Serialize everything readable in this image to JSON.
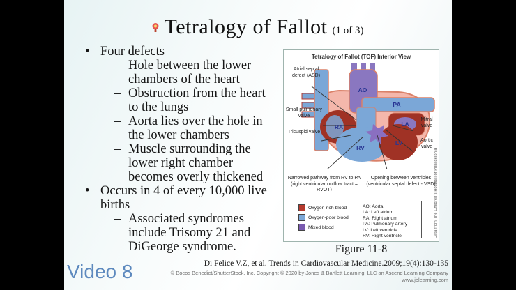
{
  "title": {
    "text": "Tetralogy of Fallot",
    "suffix": "(1 of 3)"
  },
  "markers": {
    "l1": "•",
    "l2": "–"
  },
  "bullets": [
    {
      "level": 1,
      "text": "Four defects"
    },
    {
      "level": 2,
      "text": "Hole between the lower chambers of the heart"
    },
    {
      "level": 2,
      "text": "Obstruction from the heart to the lungs"
    },
    {
      "level": 2,
      "text": "Aorta lies over the hole in the lower chambers"
    },
    {
      "level": 2,
      "text": "Muscle surrounding the lower right chamber becomes overly thickened"
    },
    {
      "level": 1,
      "text": "Occurs in 4 of every 10,000 live births"
    },
    {
      "level": 2,
      "text": "Associated syndromes include Trisomy 21 and DiGeorge syndrome."
    }
  ],
  "figure": {
    "title": "Tetralogy of Fallot (TOF) Interior View",
    "caption": "Figure 11-8",
    "labels": {
      "asd": "Atrial septal defect (ASD)",
      "small_pulmonary_valve": "Small pulmonary valve",
      "tricuspid_valve": "Tricuspid valve",
      "mitral_valve": "Mitral valve",
      "aortic_valve": "Aortic valve",
      "rvot_note": "Narrowed pathway from RV to PA (right ventricular outflow tract = RVOT)",
      "vsd_note": "Opening between ventricles (ventricular septal defect - VSD)"
    },
    "chambers": {
      "ao": "AO",
      "pa": "PA",
      "la": "LA",
      "ra": "RA",
      "rv": "RV",
      "lv": "LV"
    },
    "legend": [
      {
        "color": "#b5392d",
        "label": "Oxygen-rich blood"
      },
      {
        "color": "#7ba7d7",
        "label": "Oxygen-poor blood"
      },
      {
        "color": "#7a5ab0",
        "label": "Mixed blood"
      }
    ],
    "abbreviations": [
      "AO: Aorta",
      "LA: Left atrium",
      "RA: Right atrium",
      "PA: Pulmonary artery",
      "LV: Left ventricle",
      "RV: Right ventricle"
    ],
    "credit_vertical": "Data from The Children's Hospital of Philadelphia"
  },
  "footer": {
    "citation": "Di Felice V.Z, et al. Trends in Cardiovascular Medicine.2009;19(4):130-135",
    "copyright": "© Bocos Benedict/ShutterStock, Inc. Copyright © 2020 by Jones & Bartlett Learning, LLC an Ascend Learning Company",
    "url": "www.jblearning.com"
  },
  "video_label": "Video 8",
  "colors": {
    "oxygen_rich": "#b5392d",
    "oxygen_poor": "#7ba7d7",
    "mixed": "#7a5ab0",
    "heart_pink": "#f4b7ab",
    "video_accent": "#4d7db8"
  }
}
